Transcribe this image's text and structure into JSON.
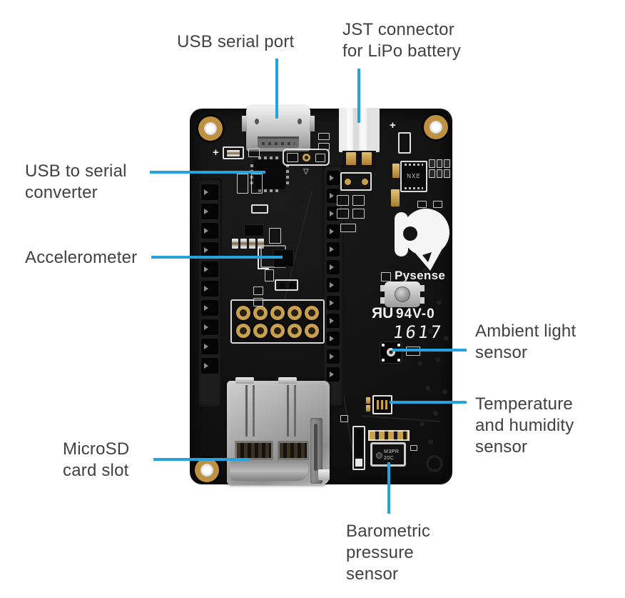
{
  "figure": {
    "description": "Annotated diagram of a Pysense expansion board with callouts to its components",
    "background": "#ffffff"
  },
  "colors": {
    "accent": "#24a3df",
    "label_text": "#414042",
    "board": "#141414",
    "gold": "#c9a14e",
    "silkscreen": "#f2f2f2"
  },
  "labels": {
    "usb_serial_port": {
      "line1": "USB serial port"
    },
    "jst_connector": {
      "line1": "JST connector",
      "line2": "for LiPo battery"
    },
    "usb_to_serial": {
      "line1": "USB to serial",
      "line2": "converter"
    },
    "accelerometer": {
      "line1": "Accelerometer"
    },
    "ambient_light": {
      "line1": "Ambient light",
      "line2": "sensor"
    },
    "temp_humidity": {
      "line1": "Temperature",
      "line2": "and humidity",
      "line3": "sensor"
    },
    "microsd": {
      "line1": "MicroSD",
      "line2": "card slot"
    },
    "barometric": {
      "line1": "Barometric",
      "line2": "pressure",
      "line3": "sensor"
    }
  },
  "board_text": {
    "logo_text": "Pysense",
    "ul_mark": "ЯU",
    "flammability_rating": "94V-0",
    "date_code": "1617",
    "charger_chip_label": "NXE",
    "baro_chip_line1": "M3PR",
    "baro_chip_line2": "20C",
    "polarity_plus_left": "+",
    "polarity_plus_right": "+"
  }
}
